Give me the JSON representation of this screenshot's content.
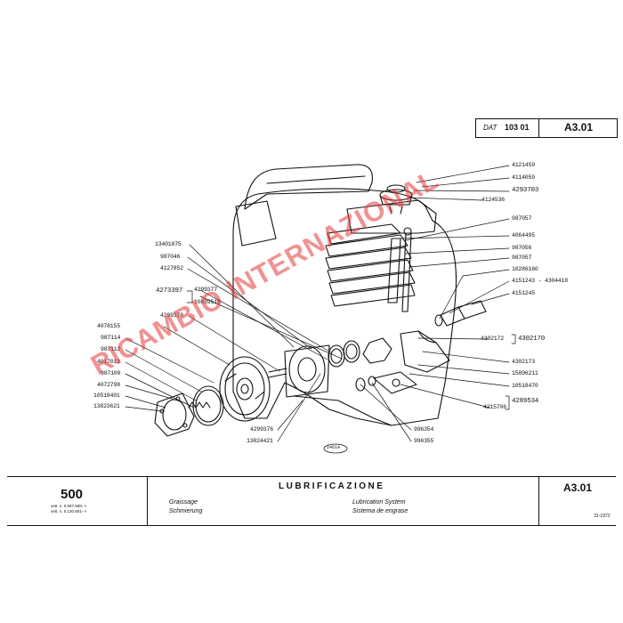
{
  "header": {
    "dat_prefix": "DAT",
    "dat_code": "103 01",
    "section_code": "A3.01"
  },
  "watermark": "RICAMBIO INTERNAZIONAL",
  "diagram": {
    "badge": "2461A",
    "left_labels": [
      "13401875",
      "987046",
      "4127852",
      "4273397",
      "4299377",
      "10839510",
      "4299378",
      "4078155",
      "987114",
      "987112",
      "4017013",
      "987109",
      "4072798",
      "10518401",
      "13823621",
      "4299376",
      "13824421"
    ],
    "right_labels": [
      "4121459",
      "4114059",
      "4293703",
      "4124536",
      "987057",
      "4064495",
      "987056",
      "987057",
      "10286160",
      "4151243 - 4304418",
      "4151245",
      "4302172",
      "4302170",
      "4302173",
      "15896211",
      "10518470",
      "4215706",
      "4289534",
      "996354",
      "996355"
    ]
  },
  "footer": {
    "model": "500",
    "model_note_1": "vett. n. 0.087.558-->",
    "model_note_2": "vett. n. 0.130.801-->",
    "title": "LUBRIFICAZIONE",
    "fr": "Graissage",
    "de": "Schmierung",
    "en": "Lubrication System",
    "es": "Sistema de engrase",
    "section_code": "A3.01",
    "date": "31-1972"
  }
}
